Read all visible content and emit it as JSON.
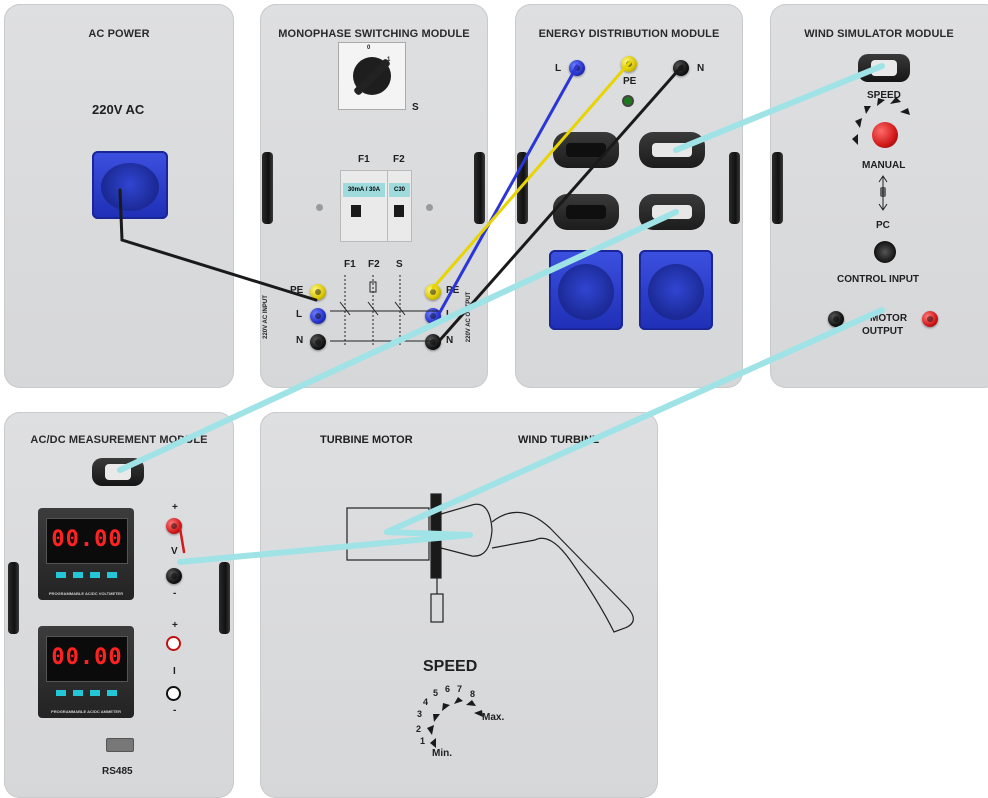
{
  "modules": {
    "ac_power": {
      "title": "AC POWER",
      "voltage": "220V AC"
    },
    "switching": {
      "title": "MONOPHASE SWITCHING MODULE",
      "selector": {
        "label": "S",
        "pos0": "0",
        "pos1": "1"
      },
      "breaker_labels": [
        "F1",
        "F2"
      ],
      "breaker_ratings": [
        "30mA / 30A",
        "C30"
      ],
      "schematic_labels": [
        "F1",
        "F2",
        "S"
      ],
      "terminals": [
        "PE",
        "L",
        "N"
      ],
      "side_in": "220V AC INPUT",
      "side_out": "220V AC OUTPUT"
    },
    "distribution": {
      "title": "ENERGY DISTRIBUTION MODULE",
      "terminals": [
        "L",
        "PE",
        "N"
      ]
    },
    "wind_sim": {
      "title": "WIND SIMULATOR MODULE",
      "speed": "SPEED",
      "manual": "MANUAL",
      "pc": "PC",
      "control_input": "CONTROL INPUT",
      "motor_output_1": "MOTOR",
      "motor_output_2": "OUTPUT"
    },
    "measurement": {
      "title": "AC/DC MEASUREMENT MODULE",
      "volt_display": "00.00",
      "volt_caption": "PROGRAMMABLE AC/DC VOLTMETER",
      "amp_display": "00.00",
      "amp_caption": "PROGRAMMABLE AC/DC AMMETER",
      "v_label": "V",
      "i_label": "I",
      "plus": "+",
      "minus": "-",
      "rs485": "RS485"
    },
    "turbine": {
      "title_left": "TURBINE MOTOR",
      "title_right": "WIND TURBINE",
      "speed": "SPEED",
      "dial_numbers": [
        "1",
        "2",
        "3",
        "4",
        "5",
        "6",
        "7",
        "8"
      ],
      "max": "Max.",
      "min": "Min."
    }
  },
  "colors": {
    "panel": "#d9dadc",
    "cable_teal": "#9fe3e6",
    "jack_yellow": "#e8d400",
    "jack_blue": "#2a36d6",
    "jack_red": "#d61a1a",
    "display_red": "#ff2222"
  }
}
